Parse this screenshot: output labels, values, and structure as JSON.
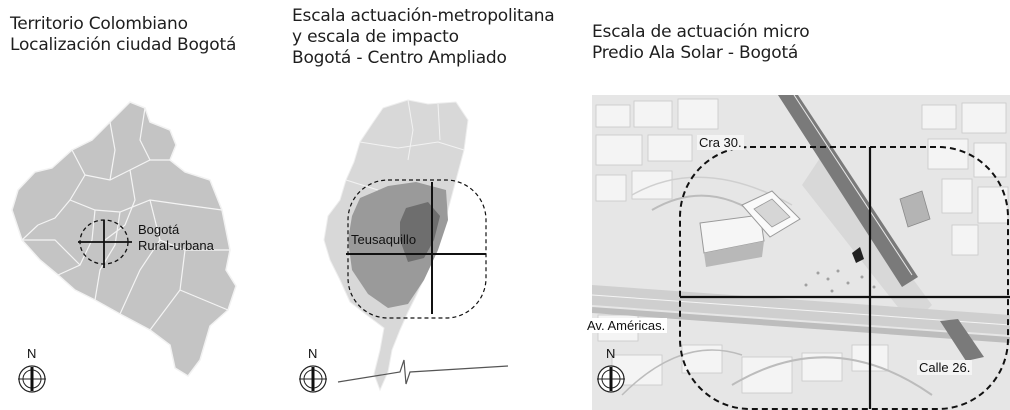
{
  "panels": [
    {
      "title_lines": [
        "Territorio Colombiano",
        "Localización ciudad Bogotá"
      ],
      "labels": {
        "city": "Bogotá",
        "city_sub": "Rural-urbana"
      },
      "north": "N"
    },
    {
      "title_lines": [
        "Escala actuación-metropolitana",
        "y escala de impacto",
        "Bogotá - Centro Ampliado"
      ],
      "labels": {
        "district": "Teusaquillo"
      },
      "north": "N"
    },
    {
      "title_lines": [
        "Escala de actuación micro",
        "Predio Ala Solar - Bogotá"
      ],
      "labels": {
        "cra30": "Cra 30.",
        "americas": "Av. Américas.",
        "calle26": "Calle 26."
      },
      "north": "N"
    }
  ],
  "colors": {
    "land": "#c4c4c4",
    "land_dark": "#8a8a8a",
    "land_darker": "#6e6e6e",
    "boundary": "#f2f2f2",
    "line": "#111111"
  }
}
